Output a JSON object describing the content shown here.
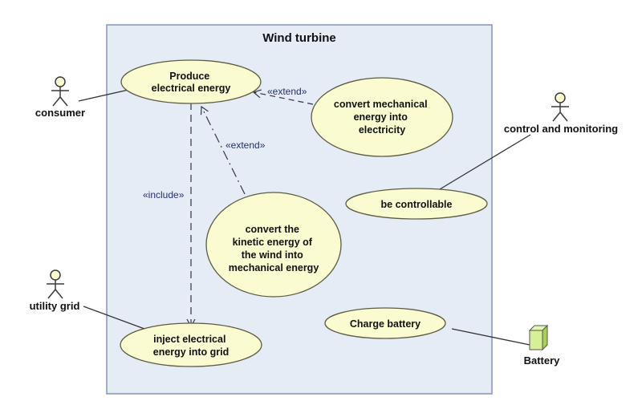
{
  "system": {
    "title": "Wind turbine"
  },
  "actors": {
    "consumer": "consumer",
    "control": "control and monitoring",
    "grid": "utility grid",
    "battery": "Battery"
  },
  "use_cases": {
    "produce": [
      "Produce",
      "electrical energy"
    ],
    "convert_mech": [
      "convert mechanical",
      "energy into",
      "electricity"
    ],
    "controllable": [
      "be controllable"
    ],
    "convert_kinetic": [
      "convert the",
      "kinetic energy of",
      "the wind into",
      "mechanical energy"
    ],
    "inject": [
      "inject electrical",
      "energy into grid"
    ],
    "charge": [
      "Charge battery"
    ]
  },
  "relations": {
    "extend_mech": "«extend»",
    "extend_kinetic": "«extend»",
    "include": "«include»"
  },
  "colors": {
    "system_fill": "#e6ecf6",
    "system_stroke": "#8593b5",
    "usecase_fill": "#fbfbd2",
    "usecase_stroke": "#5c5c40",
    "actor_fill": "#fbfbd2",
    "node_fill": "#d7ef96",
    "node_side": "#a9cf56",
    "relation": "#33334d"
  }
}
